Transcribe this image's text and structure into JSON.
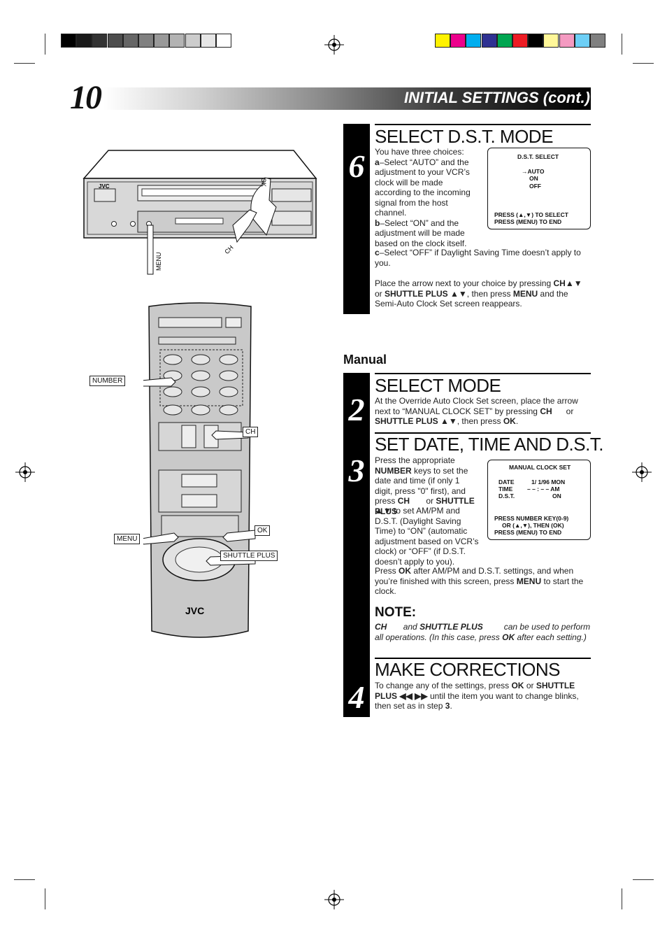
{
  "header": {
    "page_number": "10",
    "section_title": "INITIAL SETTINGS (cont.)"
  },
  "colors": {
    "grayscale_swatches": [
      "#000000",
      "#1a1a1a",
      "#333333",
      "#4d4d4d",
      "#666666",
      "#808080",
      "#999999",
      "#b3b3b3",
      "#cccccc",
      "#e6e6e6",
      "#ffffff"
    ],
    "color_swatches": [
      "#fff200",
      "#ec008c",
      "#00aeef",
      "#2e3192",
      "#00a651",
      "#ed1c24",
      "#000000",
      "#fff799",
      "#f49ac1",
      "#6dcff6",
      "#808080"
    ]
  },
  "illustration": {
    "vcr_label_ok": "OK",
    "vcr_label_ch": "CH",
    "vcr_label_menu": "MENU",
    "vcr_brand": "JVC",
    "remote_brand": "JVC",
    "remote_label_number": "NUMBER",
    "remote_label_ch": "CH",
    "remote_label_ok": "OK",
    "remote_label_menu": "MENU",
    "remote_label_shuttle": "SHUTTLE PLUS"
  },
  "step6": {
    "number": "6",
    "heading": "SELECT D.S.T. MODE",
    "intro": "You have three choices:",
    "a_label": "a",
    "a_text": "–Select “AUTO” and the adjustment to your VCR’s clock will be made according to the incoming signal from the host channel.",
    "b_label": "b",
    "b_text": "–Select “ON” and the adjustment will be made based on the clock itself.",
    "c_label": "c",
    "c_text": "–Select “OFF” if Daylight Saving Time doesn’t apply to you.",
    "para_pre": "Place the arrow next to your choice by pressing",
    "para_ch": "CH▲▼",
    "para_or": "or",
    "para_shuttle": "SHUTTLE PLUS ▲▼",
    "para_then": ", then press",
    "para_menu": "MENU",
    "para_end": "and the Semi-Auto Clock Set screen reappears.",
    "osd": {
      "title": "D.S.T. SELECT",
      "opt1": "→AUTO",
      "opt2": "ON",
      "opt3": "OFF",
      "line1": "PRESS (▲,▼) TO SELECT",
      "line2": "PRESS (MENU) TO END"
    }
  },
  "manual_label": "Manual",
  "step2": {
    "number": "2",
    "heading": "SELECT MODE",
    "text_pre": "At the Override Auto Clock Set screen, place the arrow next to “MANUAL CLOCK SET” by pressing",
    "ch": "CH",
    "or": "or",
    "shuttle": "SHUTTLE PLUS ▲▼",
    "then": ", then press",
    "ok": "OK",
    "end": "."
  },
  "step3": {
    "number": "3",
    "heading": "SET DATE, TIME AND D.S.T.",
    "t1": "Press the appropriate",
    "number_key": "NUMBER",
    "t2": "keys to set the date and time (if only 1 digit, press \"0\" first), and press",
    "ch": "CH",
    "t3": "or",
    "shuttle": "SHUTTLE PLUS",
    "t4": "▲▼ to set AM/PM and D.S.T. (Daylight Saving Time) to “ON” (automatic adjustment based on VCR’s clock) or “OFF” (if D.S.T. doesn’t apply to you).",
    "t5": "Press",
    "ok": "OK",
    "t6": "after AM/PM and D.S.T. settings, and when you’re finished with this screen, press",
    "menu": "MENU",
    "t7": "to start the clock.",
    "osd": {
      "title": "MANUAL CLOCK SET",
      "row1_label": "DATE",
      "row1_value": "1/ 1/96 MON",
      "row2_label": "TIME",
      "row2_value": "– – : – – AM",
      "row3_label": "D.S.T.",
      "row3_value": "ON",
      "line1": "PRESS NUMBER KEY(0-9)",
      "line2": "OR (▲,▼), THEN (OK)",
      "line3": "PRESS (MENU) TO END"
    }
  },
  "note": {
    "heading": "NOTE:",
    "ch": "CH",
    "and": "and",
    "shuttle": "SHUTTLE PLUS",
    "t1": "can be used to perform all operations. (In this case, press",
    "ok": "OK",
    "t2": "after each setting.)"
  },
  "step4": {
    "number": "4",
    "heading": "MAKE CORRECTIONS",
    "t1": "To change any of the settings, press",
    "ok": "OK",
    "or": "or",
    "shuttle": "SHUTTLE PLUS",
    "arrows": "◀◀ ▶▶",
    "t2": "until the item you want to change blinks, then set as in step",
    "step_ref": "3",
    "end": "."
  }
}
